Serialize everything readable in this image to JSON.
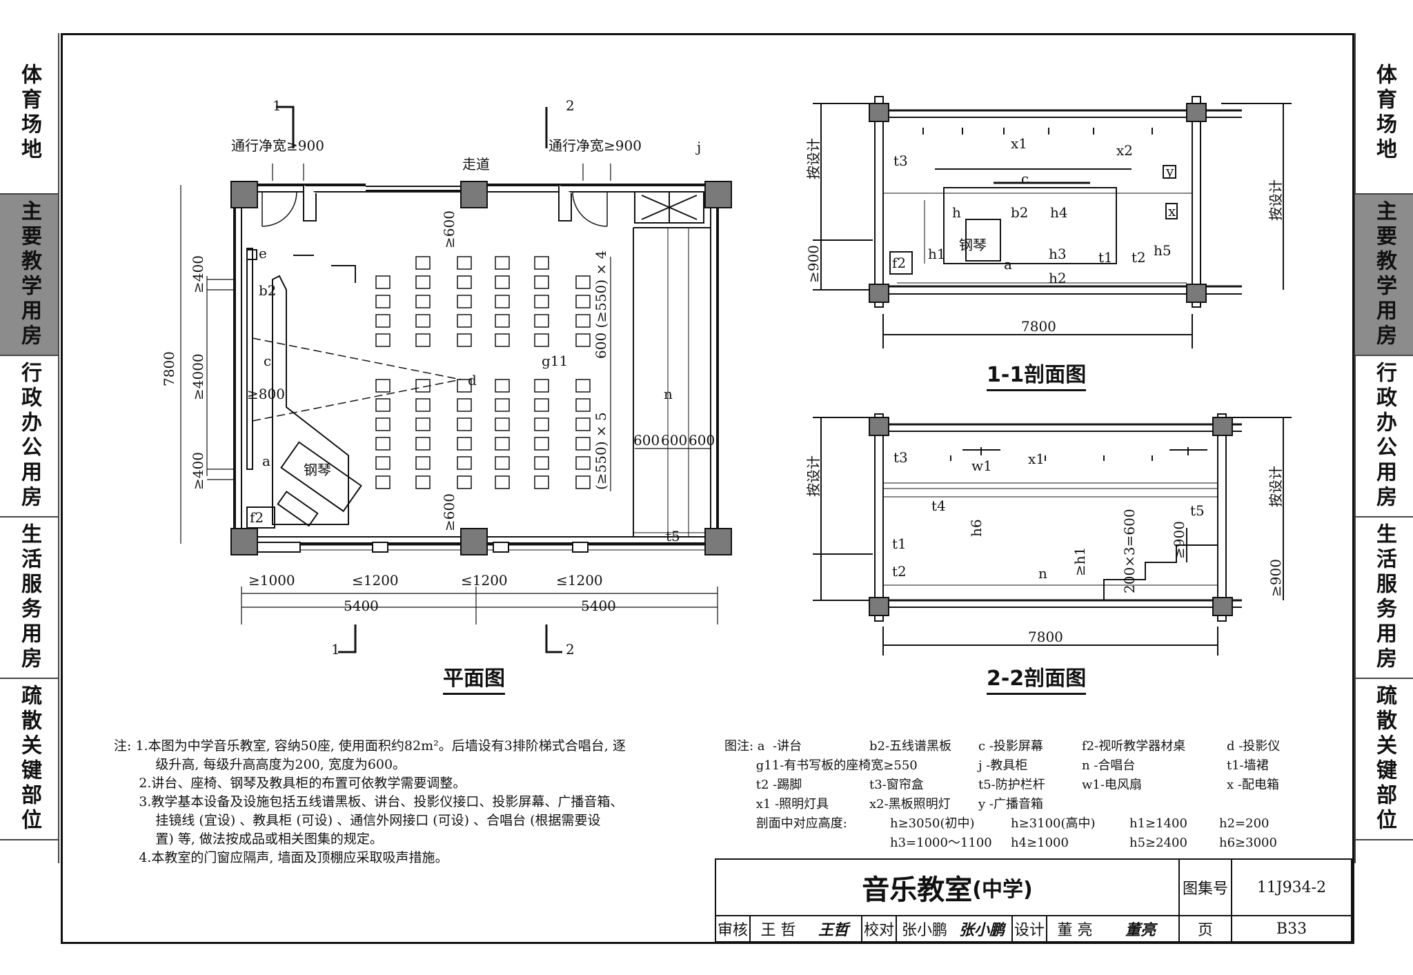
{
  "side_tabs": [
    "体育场地",
    "主要教学用房",
    "行政办公用房",
    "生活服务用房",
    "疏散关键部位"
  ],
  "active_tab": 1,
  "plan": {
    "caption": "平面图",
    "corridor": "走道",
    "clear_width": "通行净宽≥900",
    "section_marks": [
      "1",
      "2"
    ],
    "labels": {
      "e": "e",
      "b2": "b2",
      "c": "c",
      "a": "a",
      "f2": "f2",
      "j": "j",
      "d": "d",
      "g11": "g11",
      "n": "n",
      "t5": "t5",
      "piano": "钢琴"
    },
    "dims": {
      "total": "7800",
      "top_gap": "≥400",
      "board": "≥4000",
      "bottom_gap": "≥400",
      "projector": "≥800",
      "front_aisle": "≥600",
      "back_aisle": "≥600",
      "rows_a": "600 (≥550) × 4",
      "rows_b": "(≥550) × 5",
      "chorus": [
        "600",
        "600",
        "600"
      ],
      "bottom": [
        "≥1000",
        "≤1200",
        "≤1200",
        "≤1200"
      ],
      "halves": [
        "5400",
        "5400"
      ]
    }
  },
  "section11": {
    "caption": "1-1剖面图",
    "labels": {
      "t3": "t3",
      "x1": "x1",
      "x2": "x2",
      "y": "y",
      "c": "c",
      "h": "h",
      "b2": "b2",
      "h4": "h4",
      "x": "x",
      "h3": "h3",
      "h5": "h5",
      "h1": "h1",
      "h2": "h2",
      "f2": "f2",
      "piano": "钢琴",
      "a": "a",
      "t1": "t1",
      "t2": "t2"
    },
    "dims": {
      "design": "按设计",
      "low": "≥900",
      "width": "7800"
    }
  },
  "section22": {
    "caption": "2-2剖面图",
    "labels": {
      "t3": "t3",
      "w1": "w1",
      "x1": "x1",
      "t4": "t4",
      "h6": "h6",
      "t1": "t1",
      "t2": "t2",
      "n": "n",
      "h1": "≥h1",
      "steps": "200×3=600",
      "rail": "≥900",
      "t5": "t5"
    },
    "dims": {
      "design": "按设计",
      "low": "≥900",
      "width": "7800"
    }
  },
  "notes": [
    "注: 1.本图为中学音乐教室, 容纳50座, 使用面积约82m²。后墙设有3排阶梯式合唱台, 逐",
    "          级升高, 每级升高高度为200, 宽度为600。",
    "      2.讲台、座椅、钢琴及教具柜的布置可依教学需要调整。",
    "      3.教学基本设备及设施包括五线谱黑板、讲台、投影仪接口、投影屏幕、广播音箱、",
    "          挂镜线 (宜设) 、教具柜 (可设) 、通信外网接口 (可设) 、合唱台 (根据需要设",
    "          置) 等, 做法按成品或相关图集的规定。",
    "      4.本教室的门窗应隔声, 墙面及顶棚应采取吸声措施。"
  ],
  "legend": [
    [
      "图注: a  -讲台",
      "b2-五线谱黑板",
      "c -投影屏幕",
      "f2-视听教学器材桌",
      "d -投影仪"
    ],
    [
      "        g11-有书写板的座椅宽≥550",
      "",
      "j -教具柜",
      "n -合唱台",
      "t1-墙裙"
    ],
    [
      "        t2 -踢脚",
      "t3-窗帘盒",
      "t5-防护栏杆",
      "w1-电风扇",
      "x -配电箱"
    ],
    [
      "        x1 -照明灯具",
      "x2-黑板照明灯",
      "y -广播音箱",
      "",
      ""
    ],
    [
      "        剖面中对应高度:",
      "h≥3050(初中)",
      "h≥3100(高中)",
      "h1≥1400",
      "h2=200"
    ],
    [
      "",
      "h3=1000～1100",
      "h4≥1000",
      "h5≥2400",
      "h6≥3000"
    ]
  ],
  "title_block": {
    "title": "音乐教室",
    "subtitle": "(中学)",
    "atlas_label": "图集号",
    "atlas_no": "11J934-2",
    "review_label": "审核",
    "reviewer": "王 哲",
    "review_sig": "王哲",
    "check_label": "校对",
    "checker": "张小鹏",
    "check_sig": "张小鹏",
    "design_label": "设计",
    "designer": "董 亮",
    "design_sig": "董亮",
    "page_label": "页",
    "page_no": "B33"
  }
}
